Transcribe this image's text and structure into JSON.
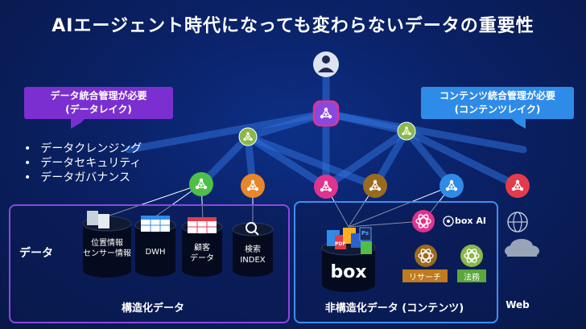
{
  "title": "AIエージェント時代になっても変わらないデータの重要性",
  "callouts": {
    "left": {
      "line1": "データ統合管理が必要",
      "line2": "(データレイク)"
    },
    "right": {
      "line1": "コンテンツ統合管理が必要",
      "line2": "(コンテンツレイク)"
    }
  },
  "bullets": [
    "データクレンジング",
    "データセキュリティ",
    "データガバナンス"
  ],
  "data_label": "データ",
  "structured_label": "構造化データ",
  "unstructured_label": "非構造化データ (コンテンツ)",
  "web_label": "Web",
  "databases": {
    "location": {
      "line1": "位置情報",
      "line2": "センサー情報"
    },
    "dwh": "DWH",
    "customer": {
      "line1": "顧客",
      "line2": "データ"
    },
    "search": {
      "line1": "検索",
      "line2": "INDEX"
    }
  },
  "box": {
    "logo": "box",
    "ai": "box AI",
    "research": "リサーチ",
    "legal": "法務",
    "file_types": [
      "PDF",
      "Ps"
    ]
  },
  "colors": {
    "purple": "#8a48e0",
    "blue": "#3f8ff0",
    "green": "#4fbf4a",
    "orange": "#e8872a",
    "pink": "#e0338f",
    "red": "#e23b4c"
  },
  "icons": [
    "user-icon",
    "ai-agent-icon",
    "database-icon",
    "search-icon",
    "globe-icon",
    "cloud-icon",
    "document-icon"
  ]
}
